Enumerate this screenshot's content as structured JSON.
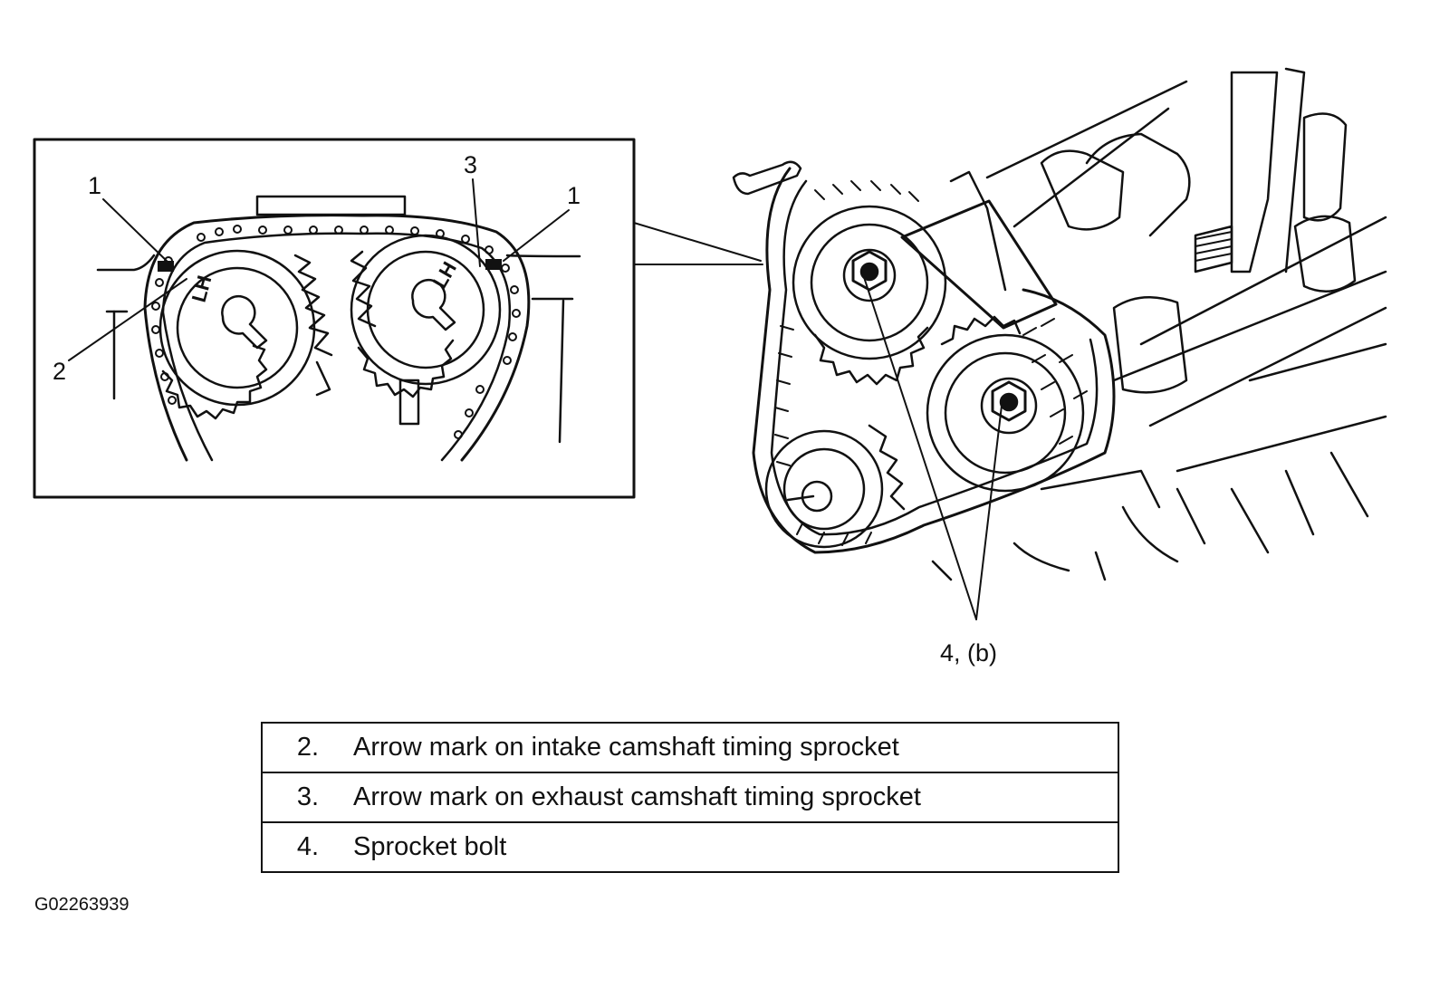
{
  "callouts": {
    "c1_left": "1",
    "c1_right": "1",
    "c2": "2",
    "c3": "3",
    "c4": "4, (b)"
  },
  "sprocket_marks": {
    "intake": "LH",
    "exhaust": "LH"
  },
  "legend": [
    {
      "number": "2.",
      "text": "Arrow mark on intake camshaft timing sprocket"
    },
    {
      "number": "3.",
      "text": "Arrow mark on exhaust camshaft timing sprocket"
    },
    {
      "number": "4.",
      "text": "Sprocket bolt"
    }
  ],
  "figure_id": "G02263939"
}
